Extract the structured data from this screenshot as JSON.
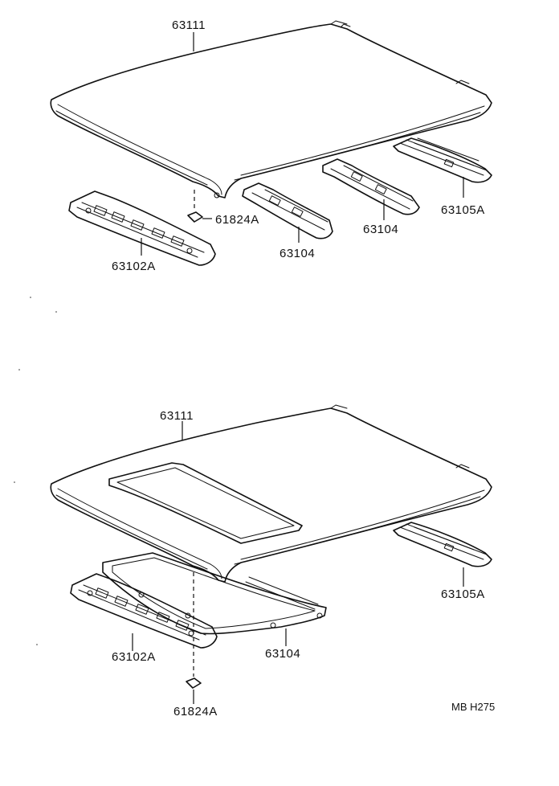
{
  "upper": {
    "roof_panel": "63111",
    "clip": "61824A",
    "front_header": "63102A",
    "bow_1": "63104",
    "bow_2": "63104",
    "rear_header": "63105A"
  },
  "lower": {
    "roof_panel": "63111",
    "front_header": "63102A",
    "sunroof_reinforcement": "63104",
    "rear_header": "63105A",
    "clip": "61824A"
  },
  "figure_code": "MB H275"
}
